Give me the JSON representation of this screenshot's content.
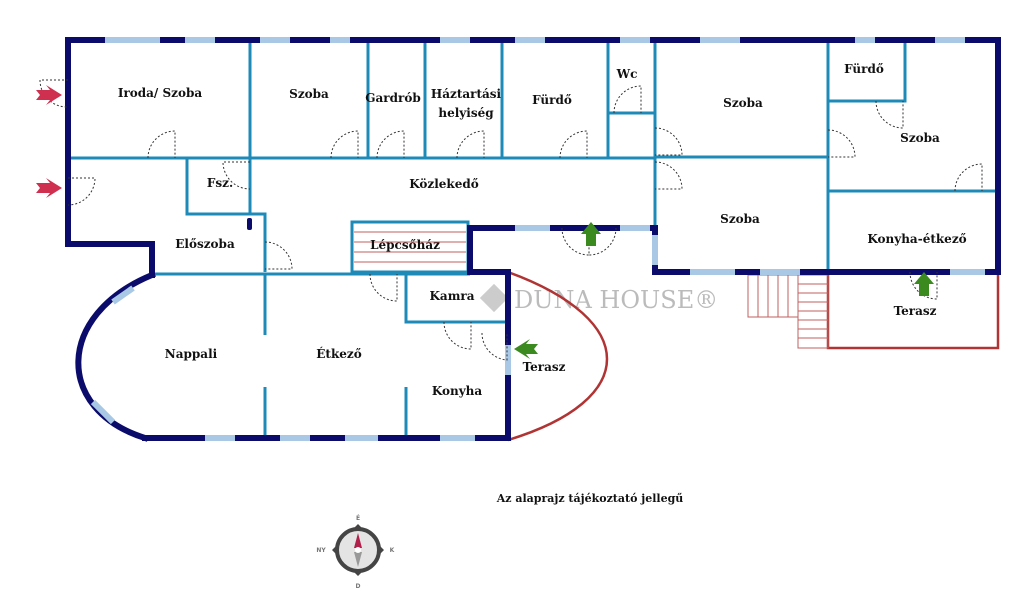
{
  "rooms": {
    "iroda": "Iroda/ Szoba",
    "szoba1": "Szoba",
    "gardrob": "Gardrób",
    "haztartasi_1": "Háztartási",
    "haztartasi_2": "helyiség",
    "furdo1": "Fürdő",
    "wc": "Wc",
    "szoba2": "Szoba",
    "furdo2": "Fürdő",
    "szoba3": "Szoba",
    "fsz": "Fsz.",
    "kozlekedo": "Közlekedő",
    "szoba4": "Szoba",
    "eloszoba": "Előszoba",
    "lepcsohaz": "Lépcsőház",
    "konyha_etkezo": "Konyha-étkező",
    "kamra": "Kamra",
    "nappali": "Nappali",
    "etkezo": "Étkező",
    "konyha": "Konyha",
    "terasz1": "Terasz",
    "terasz2": "Terasz"
  },
  "note": "Az alaprajz tájékoztató jellegű",
  "watermark": "DUNA HOUSE®",
  "compass": {
    "north": "É",
    "south": "D",
    "east": "K",
    "west": "NY"
  },
  "colors": {
    "outer_wall": "#0b0b6b",
    "inner_wall": "#1e8ab8",
    "terrace": "#b03434",
    "entry_arrow": "#d03050",
    "terrace_arrow": "#3a8a20"
  }
}
